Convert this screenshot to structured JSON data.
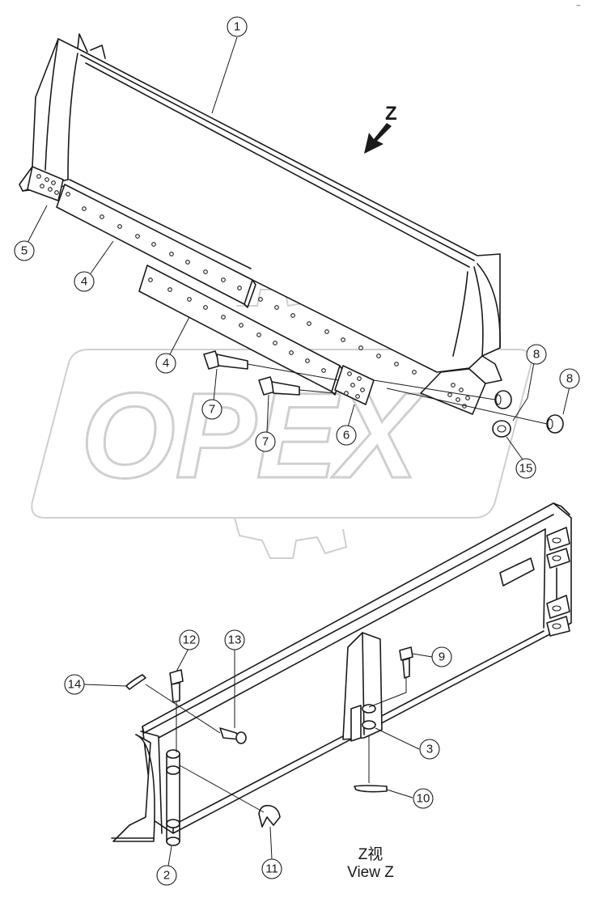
{
  "watermark": {
    "text": "OPEX",
    "logo": "gear-watermark-logo"
  },
  "view_arrow": {
    "label": "Z"
  },
  "view_caption": {
    "line1": "Z视",
    "line2": "View Z"
  },
  "callouts": [
    {
      "id": "1",
      "label": "1"
    },
    {
      "id": "4a",
      "label": "4"
    },
    {
      "id": "4b",
      "label": "4"
    },
    {
      "id": "5",
      "label": "5"
    },
    {
      "id": "6",
      "label": "6"
    },
    {
      "id": "7a",
      "label": "7"
    },
    {
      "id": "7b",
      "label": "7"
    },
    {
      "id": "8a",
      "label": "8"
    },
    {
      "id": "8b",
      "label": "8"
    },
    {
      "id": "15",
      "label": "15"
    },
    {
      "id": "12",
      "label": "12"
    },
    {
      "id": "13",
      "label": "13"
    },
    {
      "id": "14",
      "label": "14"
    },
    {
      "id": "9",
      "label": "9"
    },
    {
      "id": "3",
      "label": "3"
    },
    {
      "id": "10",
      "label": "10"
    },
    {
      "id": "11",
      "label": "11"
    },
    {
      "id": "2",
      "label": "2"
    }
  ],
  "corner_mark": "~"
}
